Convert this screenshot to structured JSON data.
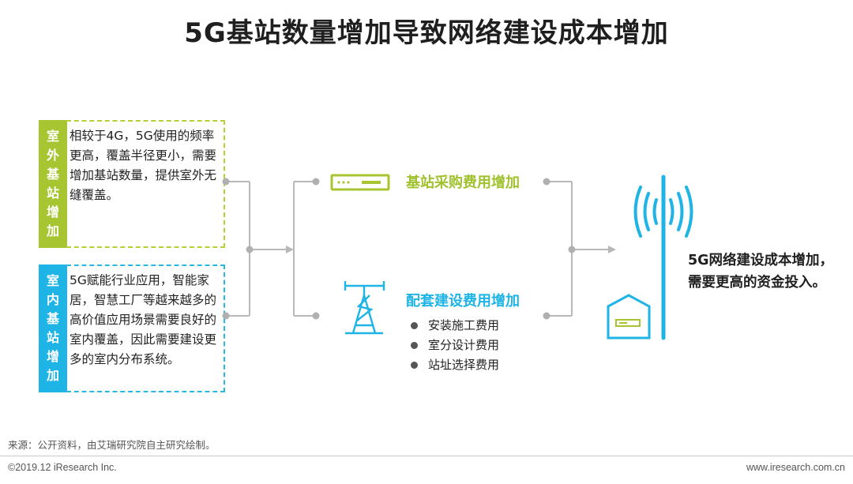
{
  "title": "5G基站数量增加导致网络建设成本增加",
  "left_boxes": {
    "outdoor": {
      "tag": "室外基站增加",
      "text": "相较于4G，5G使用的频率更高，覆盖半径更小，需要增加基站数量，提供室外无缝覆盖。"
    },
    "indoor": {
      "tag": "室内基站增加",
      "text": "5G赋能行业应用，智能家居，智慧工厂等越来越多的高价值应用场景需要良好的室内覆盖，因此需要建设更多的室内分布系统。"
    }
  },
  "middle": {
    "equipment_label": "基站采购费用增加",
    "support_label": "配套建设费用增加",
    "support_items": [
      "安装施工费用",
      "室分设计费用",
      "站址选择费用"
    ]
  },
  "result": {
    "line1": "5G网络建设成本增加，",
    "line2": "需要更高的资金投入。"
  },
  "footer": {
    "source": "来源：公开资料，由艾瑞研究院自主研究绘制。",
    "copyright": "©2019.12 iResearch Inc.",
    "website": "www.iresearch.com.cn"
  },
  "colors": {
    "green": "#a7c530",
    "blue": "#1fb4e6",
    "connector": "#b8b8b8"
  },
  "icons": [
    "server-rack-icon",
    "cell-tower-icon",
    "building-icon",
    "antenna-signal-icon"
  ]
}
